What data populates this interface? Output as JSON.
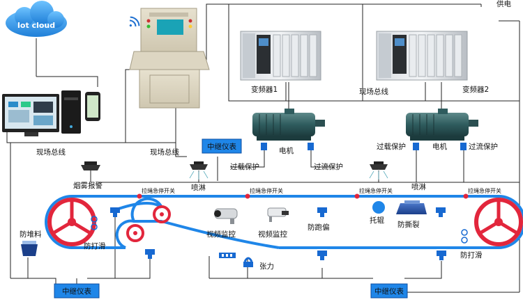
{
  "cloud": {
    "label": "Iot cloud"
  },
  "power": {
    "label": "供电"
  },
  "vfd": [
    {
      "label": "变频器1"
    },
    {
      "label": "变频器2"
    }
  ],
  "bus": {
    "field_bus_top": "现场总线",
    "field_bus_left": "现场总线",
    "field_bus_mid": "现场总线"
  },
  "relay": [
    {
      "label": "中继仪表"
    },
    {
      "label": "中继仪表"
    },
    {
      "label": "中继仪表"
    }
  ],
  "motor": [
    {
      "label": "电机"
    },
    {
      "label": "电机"
    }
  ],
  "protection": {
    "overload_1": "过载保护",
    "overcurrent_1": "过流保护",
    "overload_2": "过载保护",
    "overcurrent_2": "过流保护"
  },
  "sensors": {
    "smoke_alarm": "烟雾报警",
    "sprinkler_1": "喷淋",
    "sprinkler_2": "喷淋",
    "pull_switch_1": "拉绳急停开关",
    "pull_switch_2": "拉绳急停开关",
    "pull_switch_3": "拉绳急停开关",
    "pull_switch_4": "拉绳急停开关",
    "video_1": "视频监控",
    "video_2": "视频监控",
    "anti_deviation": "防跑偏",
    "idler": "托辊",
    "anti_tear": "防撕裂",
    "anti_pile": "防堆料",
    "anti_slip_left": "防打滑",
    "anti_slip_right": "防打滑",
    "tension": "张力"
  }
}
